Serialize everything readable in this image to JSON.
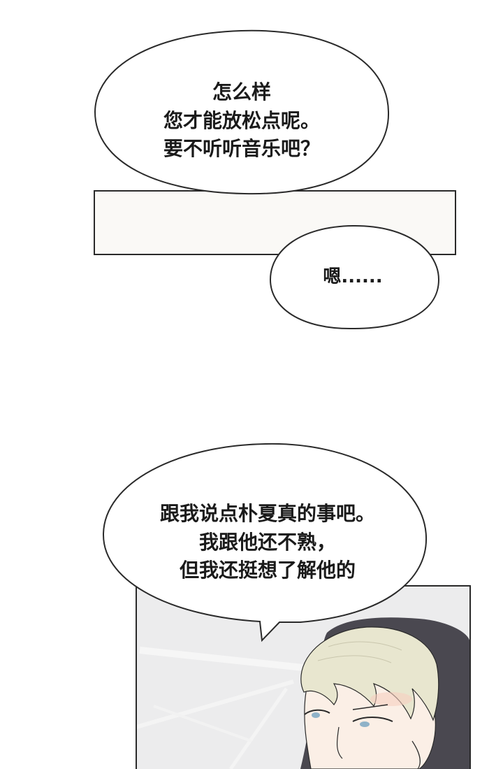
{
  "panels": [
    {
      "bubbles": [
        {
          "lines": [
            "怎么样",
            "您才能放松点呢。",
            "要不听听音乐吧？"
          ]
        },
        {
          "lines": [
            "嗯......"
          ]
        }
      ]
    },
    {
      "bubbles": [
        {
          "lines": [
            "跟我说点朴夏真的事吧。",
            "我跟他还不熟，",
            "但我还挺想了解他的"
          ]
        }
      ]
    }
  ],
  "colors": {
    "panel_fill": "#faf9f6",
    "scene_bg": "#ececed",
    "hair": "#e8e6cf",
    "skin": "#fbefe6",
    "dark_shape": "#4a4850",
    "eye": "#8fb2c8",
    "line": "#2a2a2a"
  }
}
